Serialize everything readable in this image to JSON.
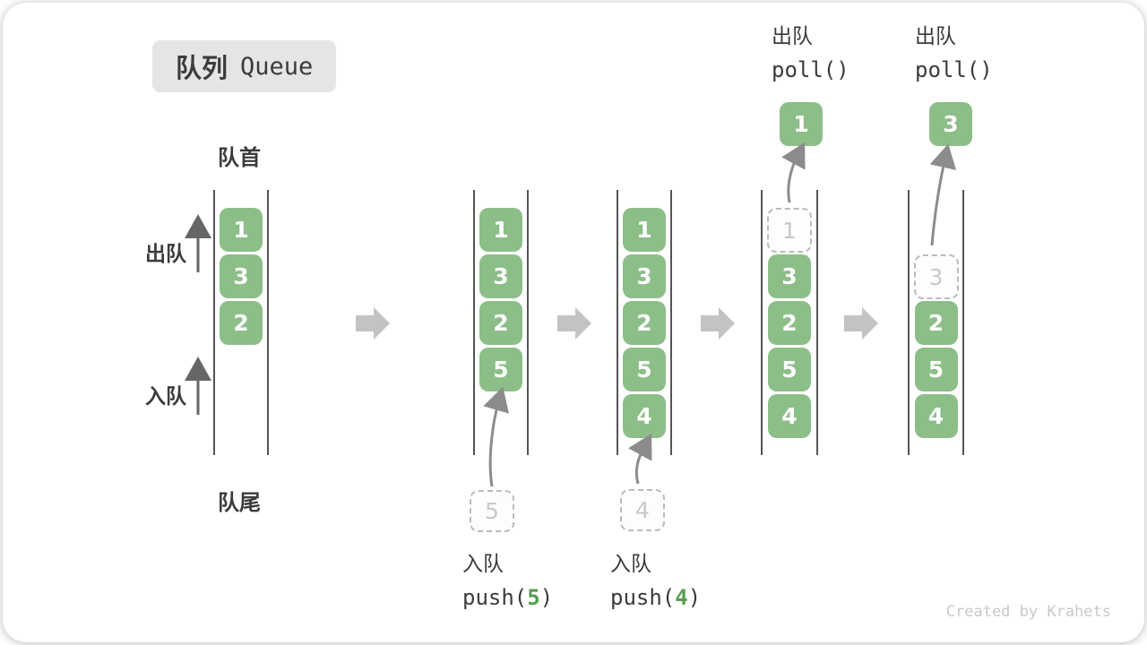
{
  "title": {
    "zh": "队列",
    "en": "Queue"
  },
  "axis_labels": {
    "front": "队首",
    "rear": "队尾",
    "dequeue": "出队",
    "enqueue": "入队"
  },
  "operations": {
    "push5": {
      "label_zh": "入队",
      "code_pre": "push(",
      "code_arg": "5",
      "code_post": ")",
      "incoming": "5"
    },
    "push4": {
      "label_zh": "入队",
      "code_pre": "push(",
      "code_arg": "4",
      "code_post": ")",
      "incoming": "4"
    },
    "poll1": {
      "label_zh": "出队",
      "code": "poll()",
      "out": "1"
    },
    "poll3": {
      "label_zh": "出队",
      "code": "poll()",
      "out": "3"
    }
  },
  "states": [
    {
      "items": [
        {
          "v": "1"
        },
        {
          "v": "3"
        },
        {
          "v": "2"
        }
      ]
    },
    {
      "items": [
        {
          "v": "1"
        },
        {
          "v": "3"
        },
        {
          "v": "2"
        },
        {
          "v": "5"
        }
      ]
    },
    {
      "items": [
        {
          "v": "1"
        },
        {
          "v": "3"
        },
        {
          "v": "2"
        },
        {
          "v": "5"
        },
        {
          "v": "4"
        }
      ]
    },
    {
      "items": [
        {
          "v": "1",
          "ghost": true
        },
        {
          "v": "3"
        },
        {
          "v": "2"
        },
        {
          "v": "5"
        },
        {
          "v": "4"
        }
      ]
    },
    {
      "items": [
        {
          "v": "3",
          "ghost": true
        },
        {
          "v": "2"
        },
        {
          "v": "5"
        },
        {
          "v": "4"
        }
      ]
    }
  ],
  "watermark": "Created by Krahets",
  "colors": {
    "box_green": "#8cbe88",
    "accent_green": "#569d50",
    "text_dark": "#3b3b3b",
    "line": "#555555",
    "arrow": "#8c8c8c",
    "block_arrow": "#c3c3c3",
    "ghost_border": "#bbbbbb",
    "ghost_text": "#c8c8c8",
    "badge_bg": "#e5e5e5",
    "watermark": "#c9c9c9"
  }
}
